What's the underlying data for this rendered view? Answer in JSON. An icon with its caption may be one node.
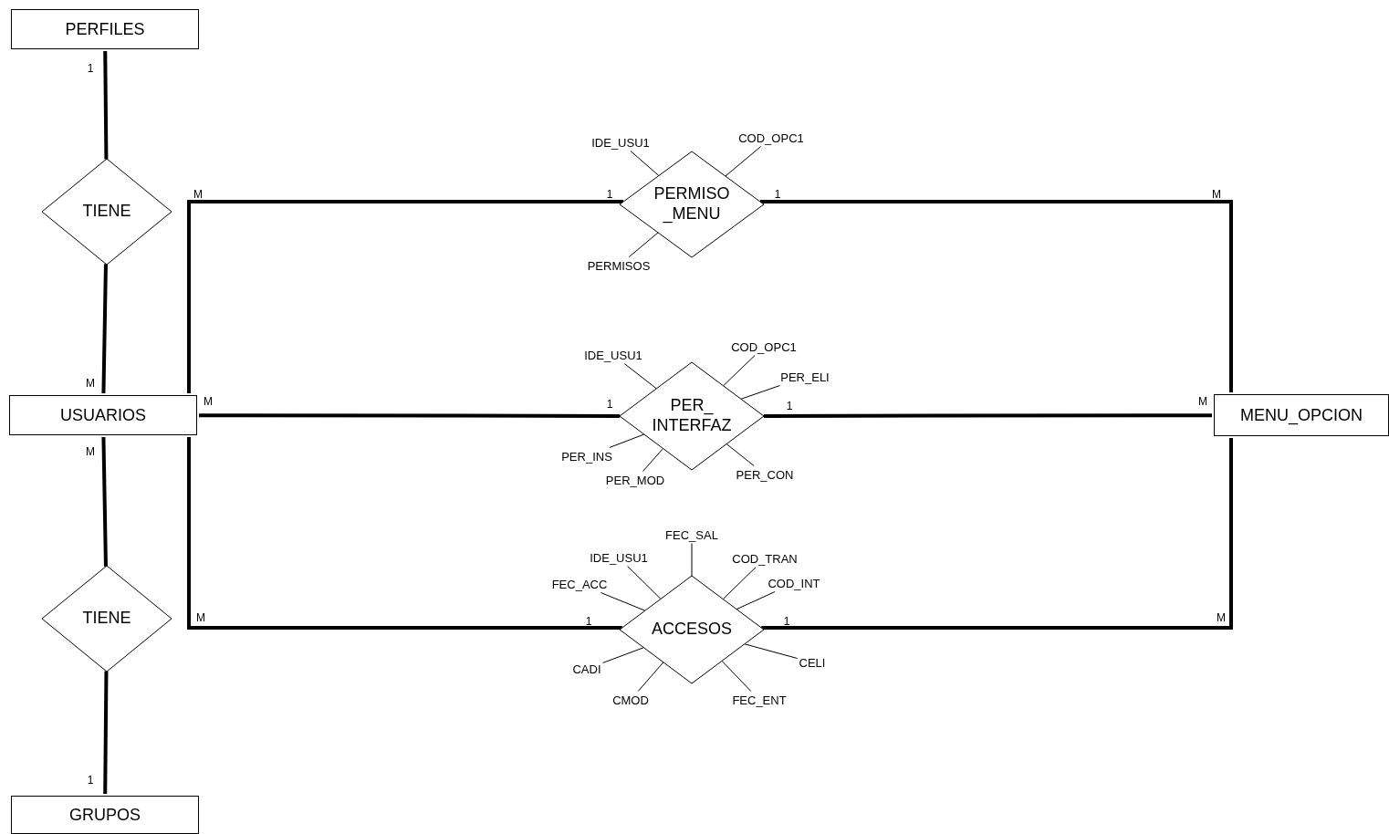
{
  "diagram": {
    "nodes": [
      {
        "text": [
          "PERFILES"
        ]
      },
      {
        "text": [
          "IDE_USU1"
        ]
      },
      {
        "text": [
          "COD_OPC1"
        ]
      },
      {
        "text": [
          "TIENE"
        ]
      },
      {
        "text": [
          "PERMISO _MENU"
        ]
      },
      {
        "text": [
          "PERMISOS"
        ]
      },
      {
        "text": [
          "COD_OPC1"
        ]
      },
      {
        "text": [
          "IDE_USU1"
        ]
      },
      {
        "text": [
          "PER_ELI"
        ]
      },
      {
        "text": [
          "USUARIOS"
        ]
      },
      {
        "text": [
          "PER_ INTERFAZ"
        ]
      },
      {
        "text": [
          "MENU_OPCION"
        ]
      },
      {
        "text": [
          "PER_INS"
        ]
      },
      {
        "text": [
          "PER_CON"
        ]
      },
      {
        "text": [
          "PER_MOD"
        ]
      },
      {
        "text": [
          "FEC_SAL"
        ]
      },
      {
        "text": [
          "IDE_USU1"
        ]
      },
      {
        "text": [
          "COD_TRAN"
        ]
      },
      {
        "text": [
          "FEC_ACC"
        ]
      },
      {
        "text": [
          "COD_INT"
        ]
      },
      {
        "text": [
          "TIENE"
        ]
      },
      {
        "text": [
          "ACCESOS"
        ]
      },
      {
        "text": [
          "CELI"
        ]
      },
      {
        "text": [
          "CADI"
        ]
      },
      {
        "text": [
          "CMOD"
        ]
      },
      {
        "text": [
          "FEC_ENT"
        ]
      },
      {
        "text": [
          "GRUPOS"
        ]
      }
    ],
    "edges": [
      {
        "from": 0,
        "to": 3,
        "arrow": "none",
        "style": "thick"
      },
      {
        "from": 3,
        "to": 9,
        "arrow": "none",
        "style": "thick"
      },
      {
        "from": 9,
        "to": 20,
        "arrow": "none",
        "style": "thick"
      },
      {
        "from": 20,
        "to": 26,
        "arrow": "none",
        "style": "thick"
      },
      {
        "from": 9,
        "to": 4,
        "arrow": "none",
        "style": "thick"
      },
      {
        "from": 4,
        "to": 11,
        "arrow": "none",
        "style": "thick"
      },
      {
        "from": 9,
        "to": 10,
        "arrow": "none",
        "style": "thick"
      },
      {
        "from": 10,
        "to": 11,
        "arrow": "none",
        "style": "thick"
      },
      {
        "from": 9,
        "to": 21,
        "arrow": "none",
        "style": "thick"
      },
      {
        "from": 21,
        "to": 11,
        "arrow": "none",
        "style": "thick"
      },
      {
        "from": 1,
        "to": 4,
        "arrow": "none"
      },
      {
        "from": 2,
        "to": 4,
        "arrow": "none"
      },
      {
        "from": 5,
        "to": 4,
        "arrow": "none"
      },
      {
        "from": 7,
        "to": 10,
        "arrow": "none"
      },
      {
        "from": 6,
        "to": 10,
        "arrow": "none"
      },
      {
        "from": 8,
        "to": 10,
        "arrow": "none"
      },
      {
        "from": 12,
        "to": 10,
        "arrow": "none"
      },
      {
        "from": 14,
        "to": 10,
        "arrow": "none"
      },
      {
        "from": 13,
        "to": 10,
        "arrow": "none"
      },
      {
        "from": 15,
        "to": 21,
        "arrow": "none"
      },
      {
        "from": 16,
        "to": 21,
        "arrow": "none"
      },
      {
        "from": 17,
        "to": 21,
        "arrow": "none"
      },
      {
        "from": 18,
        "to": 21,
        "arrow": "none"
      },
      {
        "from": 19,
        "to": 21,
        "arrow": "none"
      },
      {
        "from": 23,
        "to": 21,
        "arrow": "none"
      },
      {
        "from": 24,
        "to": 21,
        "arrow": "none"
      },
      {
        "from": 25,
        "to": 21,
        "arrow": "none"
      },
      {
        "from": 22,
        "to": 21,
        "arrow": "none"
      }
    ],
    "labels": [
      "1",
      "M",
      "1",
      "1",
      "M",
      "M",
      "M",
      "1",
      "1",
      "M",
      "M",
      "M",
      "1",
      "1",
      "M",
      "1"
    ]
  }
}
